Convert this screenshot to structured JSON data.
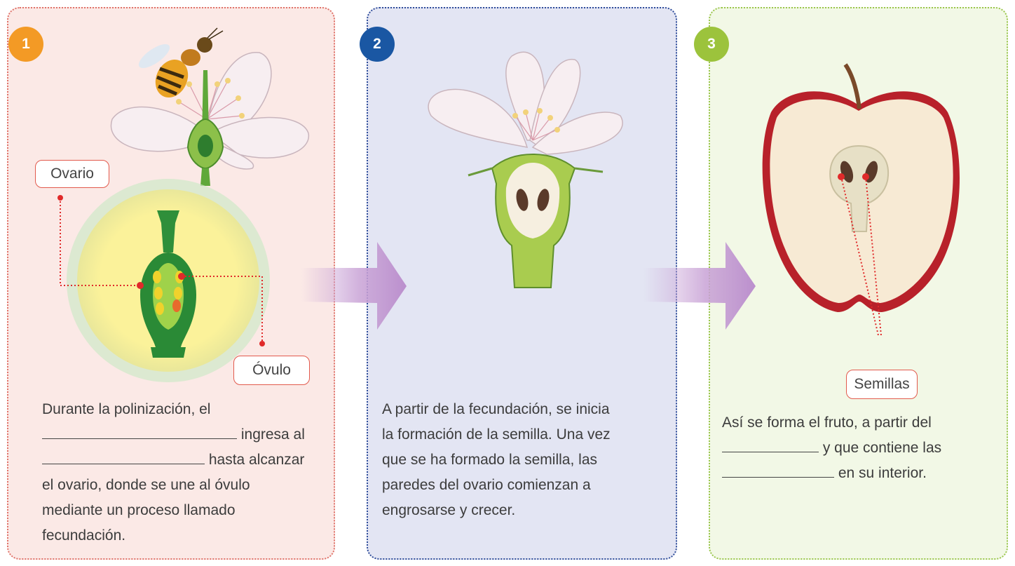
{
  "steps": [
    {
      "number": "1",
      "labels": {
        "ovary": "Ovario",
        "ovule": "Óvulo"
      },
      "text": {
        "line1": "Durante la polinización, el",
        "line2_after_blank": "ingresa al",
        "line3_after_blank": "hasta alcanzar",
        "line4": "el ovario, donde se une al óvulo",
        "line5": "mediante un proceso llamado",
        "line6": "fecundación."
      }
    },
    {
      "number": "2",
      "text": {
        "line1": "A partir de la fecundación, se inicia",
        "line2": "la formación de la semilla. Una vez",
        "line3": "que se ha formado la semilla, las",
        "line4": "paredes del ovario comienzan a",
        "line5": "engrosarse y crecer."
      }
    },
    {
      "number": "3",
      "labels": {
        "seeds": "Semillas"
      },
      "text": {
        "line1": "Así se forma el fruto, a partir del",
        "line2_after_blank": "y que contiene las",
        "line3_after_blank": "en su interior."
      }
    }
  ],
  "colors": {
    "panel1_bg": "#fbe9e6",
    "panel2_bg": "#e3e5f3",
    "panel3_bg": "#f2f8e6",
    "badge1": "#f39a25",
    "badge2": "#1a57a3",
    "badge3": "#9cc33c",
    "pointer_red": "#e02a2a",
    "arrow_purple": "#c9a3d6"
  }
}
